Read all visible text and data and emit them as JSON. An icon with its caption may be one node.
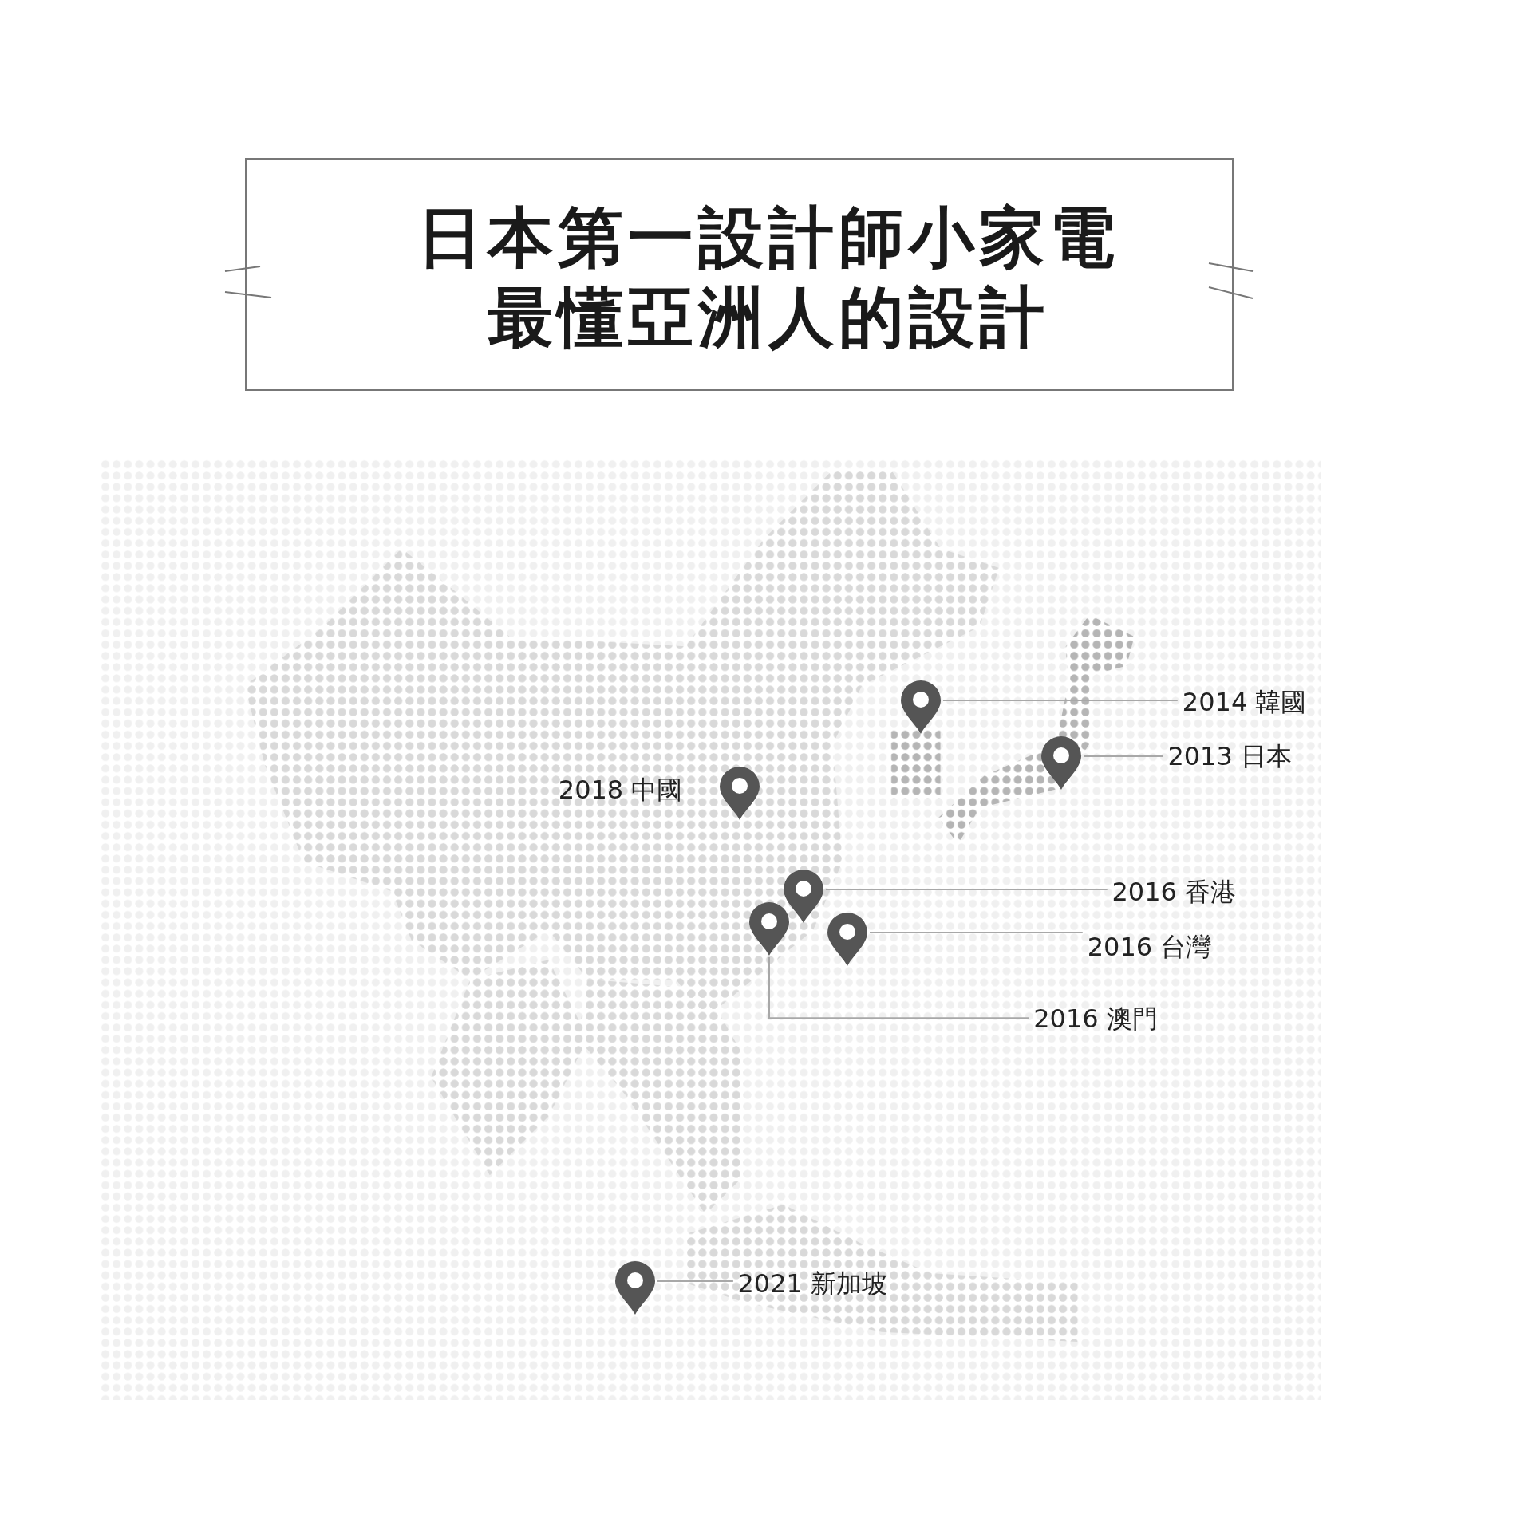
{
  "diagram": {
    "title": "日本第一設計師小家電最懂亞洲人的設計",
    "nodes": [
      {
        "text": [
          "2014 韓國"
        ]
      },
      {
        "text": [],
        "shape": "pin"
      },
      {
        "text": [
          "2013 日本"
        ]
      },
      {
        "text": [],
        "shape": "pin"
      },
      {
        "text": [],
        "shape": "pin",
        "beside": [
          "2018 中國"
        ]
      },
      {
        "text": [
          "2016 香港"
        ]
      },
      {
        "text": [],
        "shape": "pin"
      },
      {
        "text": [
          "2016 台灣"
        ]
      },
      {
        "text": [],
        "shape": "pin"
      },
      {
        "text": [],
        "shape": "pin"
      },
      {
        "text": [
          "2016 澳門"
        ]
      },
      {
        "text": [],
        "shape": "pin"
      },
      {
        "text": [
          "2021 新加坡"
        ]
      }
    ],
    "edges": [
      {
        "from": 0,
        "to": 1,
        "arrow": "none"
      },
      {
        "from": 2,
        "to": 3,
        "arrow": "none"
      },
      {
        "from": 5,
        "to": 6,
        "arrow": "none"
      },
      {
        "from": 7,
        "to": 8,
        "arrow": "none"
      },
      {
        "from": 10,
        "to": 9,
        "arrow": "none"
      },
      {
        "from": 12,
        "to": 11,
        "arrow": "none"
      }
    ]
  }
}
